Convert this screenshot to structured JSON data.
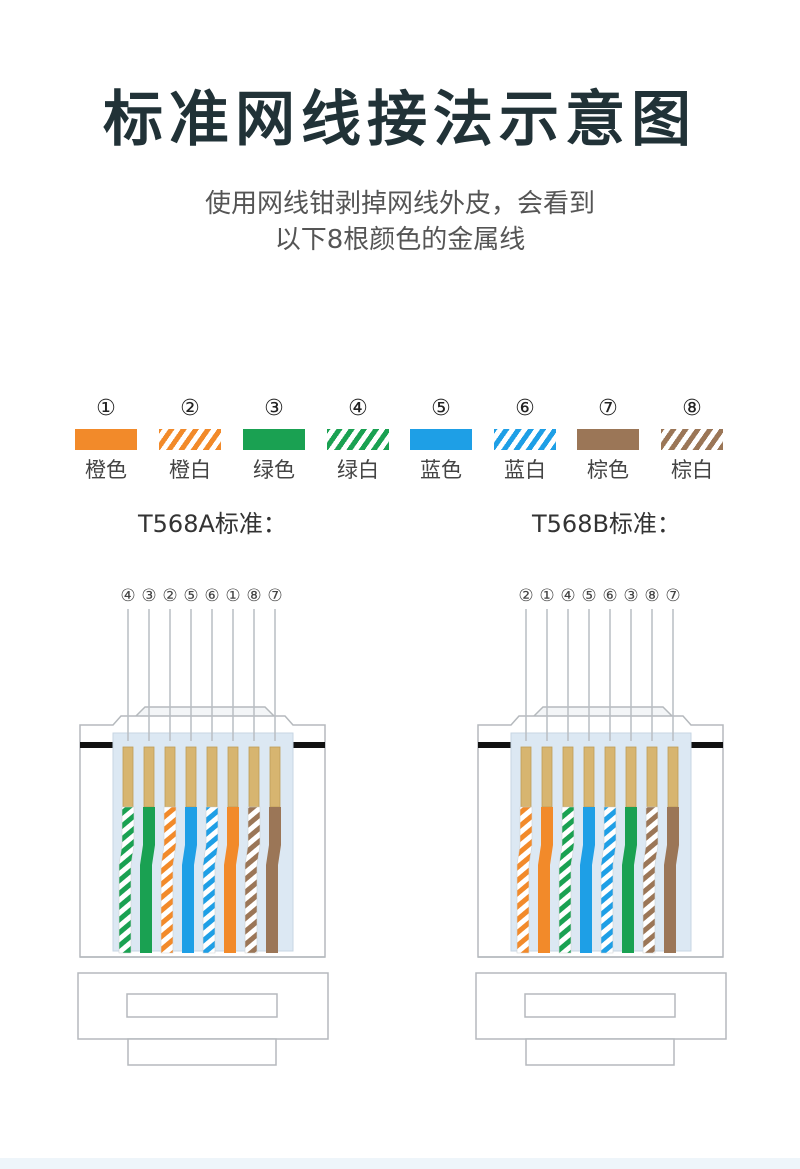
{
  "header": {
    "title": "标准网线接法示意图",
    "subtitle_line1": "使用网线钳剥掉网线外皮，会看到",
    "subtitle_line2": "以下8根颜色的金属线"
  },
  "colors": {
    "orange": "#f28a2a",
    "green": "#1aa152",
    "blue": "#1e9fe6",
    "brown": "#9b7657",
    "copper": "#d7b570",
    "text_dark": "#213237"
  },
  "legend": [
    {
      "num": "①",
      "label": "橙色",
      "color": "orange",
      "striped": false
    },
    {
      "num": "②",
      "label": "橙白",
      "color": "orange",
      "striped": true
    },
    {
      "num": "③",
      "label": "绿色",
      "color": "green",
      "striped": false
    },
    {
      "num": "④",
      "label": "绿白",
      "color": "green",
      "striped": true
    },
    {
      "num": "⑤",
      "label": "蓝色",
      "color": "blue",
      "striped": false
    },
    {
      "num": "⑥",
      "label": "蓝白",
      "color": "blue",
      "striped": true
    },
    {
      "num": "⑦",
      "label": "棕色",
      "color": "brown",
      "striped": false
    },
    {
      "num": "⑧",
      "label": "棕白",
      "color": "brown",
      "striped": true
    }
  ],
  "standards": [
    {
      "label": "T568A标准：",
      "order": [
        4,
        3,
        2,
        5,
        6,
        1,
        8,
        7
      ]
    },
    {
      "label": "T568B标准：",
      "order": [
        2,
        1,
        4,
        5,
        6,
        3,
        8,
        7
      ]
    }
  ]
}
